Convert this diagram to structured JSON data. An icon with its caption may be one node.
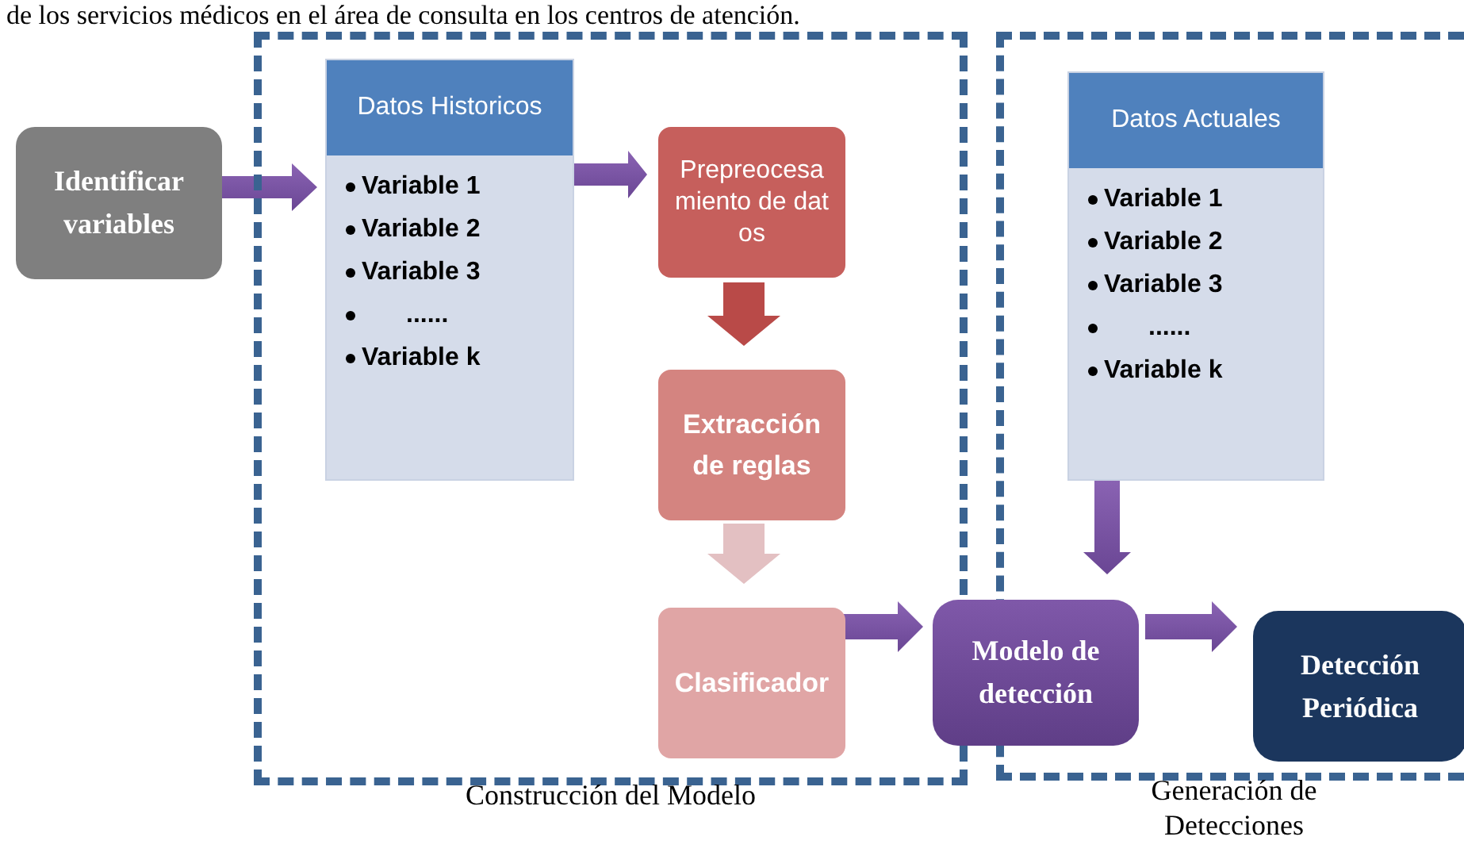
{
  "diagram": {
    "nodes": [
      {
        "text": [
          "Identificar variables"
        ]
      },
      {
        "text": [
          "Construcción del Modelo"
        ]
      },
      {
        "text": [
          "Datos Historicos",
          "Variable 1",
          "Variable 2",
          "Variable 3",
          "......",
          "Variable k"
        ],
        "in": 1
      },
      {
        "text": [
          "Prepreocesamiento de datos"
        ],
        "in": 1
      },
      {
        "text": [
          "Extracción de reglas"
        ],
        "in": 1
      },
      {
        "text": [
          "Clasificador"
        ],
        "in": 1
      },
      {
        "text": [
          "Generación de Detecciones"
        ]
      },
      {
        "text": [
          "Datos Actuales",
          "Variable 1",
          "Variable 2",
          "Variable 3",
          "......",
          "Variable k"
        ],
        "in": 6
      },
      {
        "text": [
          "Modelo de detección"
        ]
      },
      {
        "text": [
          "Detección Periódica"
        ],
        "in": 6
      }
    ],
    "edges": [
      {
        "from": 0,
        "to": 2,
        "arrow": "to",
        "style": "thick"
      },
      {
        "from": 2,
        "to": 3,
        "arrow": "to",
        "style": "thick"
      },
      {
        "from": 3,
        "to": 4,
        "arrow": "to",
        "style": "thick",
        "color": "#b94a48"
      },
      {
        "from": 4,
        "to": 5,
        "arrow": "to",
        "style": "thick",
        "color": "#e3c0c2"
      },
      {
        "from": 5,
        "to": 8,
        "arrow": "to",
        "style": "thick"
      },
      {
        "from": 7,
        "to": 8,
        "arrow": "to",
        "style": "thick"
      },
      {
        "from": 8,
        "to": 9,
        "arrow": "to",
        "style": "thick"
      }
    ],
    "labels": [
      "de los servicios médicos en el área de consulta en los centros de atención."
    ]
  }
}
